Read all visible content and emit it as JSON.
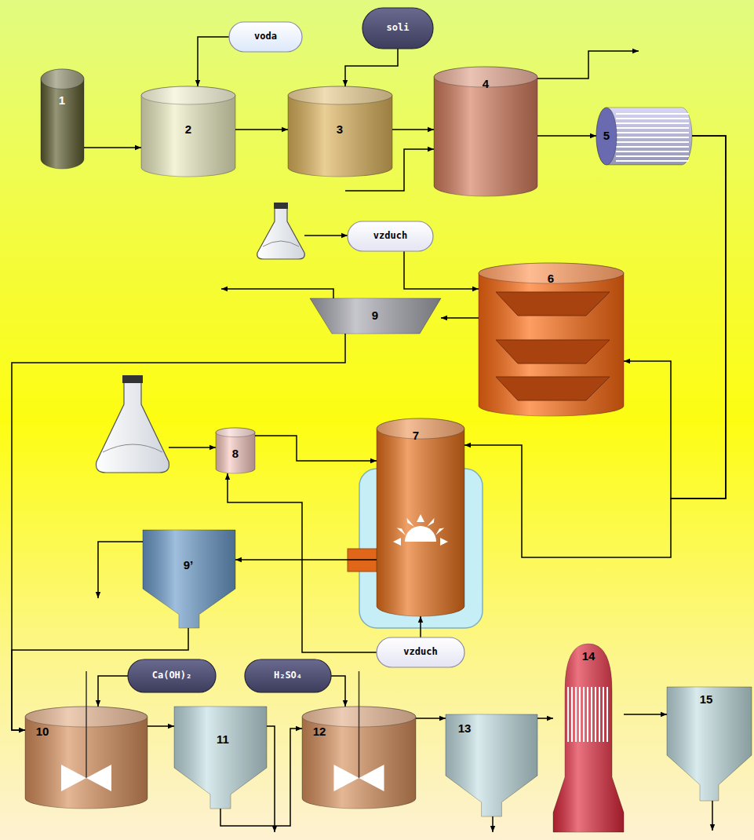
{
  "diagram": {
    "nodes": [
      {
        "text": [
          "1"
        ]
      },
      {
        "text": [
          "voda"
        ]
      },
      {
        "text": [
          "2"
        ]
      },
      {
        "text": [
          "soli"
        ]
      },
      {
        "text": [
          "3"
        ]
      },
      {
        "text": [
          "4"
        ]
      },
      {
        "text": [
          "5"
        ]
      },
      {
        "text": [
          "vzduch"
        ]
      },
      {
        "text": [
          "6"
        ]
      },
      {
        "text": [
          "9"
        ]
      },
      {
        "text": [
          "8"
        ]
      },
      {
        "text": [
          "7"
        ]
      },
      {
        "text": [
          "9’"
        ]
      },
      {
        "text": [
          "vzduch"
        ]
      },
      {
        "text": [
          "Ca(OH)₂"
        ]
      },
      {
        "text": [
          "H₂SO₄"
        ]
      },
      {
        "text": [
          "10"
        ]
      },
      {
        "text": [
          "11"
        ]
      },
      {
        "text": [
          "12"
        ]
      },
      {
        "text": [
          "13"
        ]
      },
      {
        "text": [
          "14"
        ]
      },
      {
        "text": [
          "15"
        ]
      }
    ],
    "edges": [
      {
        "from": 0,
        "to": 2,
        "arrow": "to"
      },
      {
        "from": 1,
        "to": 2,
        "arrow": "to"
      },
      {
        "from": 2,
        "to": 4,
        "arrow": "to"
      },
      {
        "from": 3,
        "to": 4,
        "arrow": "to"
      },
      {
        "from": 4,
        "to": 5,
        "arrow": "to"
      },
      {
        "from": 5,
        "to": 6,
        "arrow": "to"
      },
      {
        "from": 6,
        "to": 8,
        "arrow": "to"
      },
      {
        "from": 6,
        "to": 11,
        "arrow": "to"
      },
      {
        "from": 7,
        "to": 8,
        "arrow": "to"
      },
      {
        "from": 8,
        "to": 9,
        "arrow": "to"
      },
      {
        "from": 9,
        "to": 16,
        "arrow": "to"
      },
      {
        "from": 10,
        "to": 11,
        "arrow": "to"
      },
      {
        "from": 13,
        "to": 10,
        "arrow": "to"
      },
      {
        "from": 13,
        "to": 11,
        "arrow": "to"
      },
      {
        "from": 11,
        "to": 12,
        "arrow": "to"
      },
      {
        "from": 12,
        "to": 16,
        "arrow": "to"
      },
      {
        "from": 14,
        "to": 16,
        "arrow": "to"
      },
      {
        "from": 15,
        "to": 18,
        "arrow": "to"
      },
      {
        "from": 16,
        "to": 17,
        "arrow": "to"
      },
      {
        "from": 17,
        "to": 18,
        "arrow": "to"
      },
      {
        "from": 18,
        "to": 19,
        "arrow": "to"
      },
      {
        "from": 19,
        "to": 20,
        "arrow": "to"
      },
      {
        "from": 20,
        "to": 21,
        "arrow": "to"
      }
    ]
  }
}
